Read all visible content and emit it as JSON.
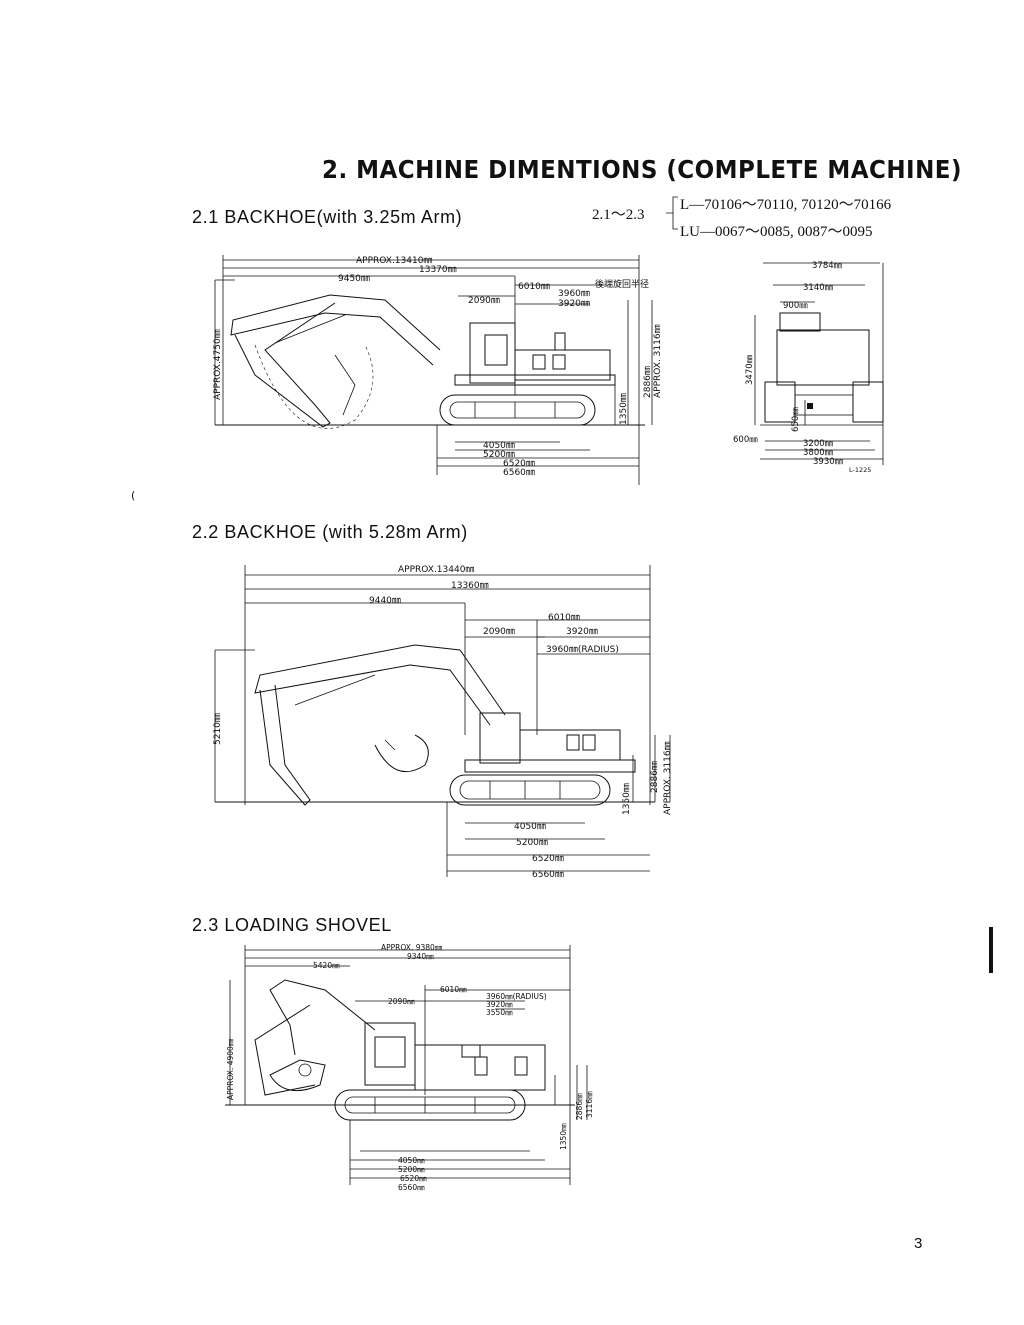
{
  "page": {
    "title": "2. MACHINE DIMENTIONS (COMPLETE MACHINE)",
    "page_number": "3",
    "serial_ref": {
      "section_range": "2.1～2.3",
      "line1": "L—70106～70110,  70120～70166",
      "line2": "LU—0067～0085,  0087～0095"
    }
  },
  "sections": [
    {
      "heading": "2.1  BACKHOE(with 3.25m Arm)",
      "dims": {
        "approx_overall": "APPROX.13410㎜",
        "d13370": "13370㎜",
        "d9450": "9450㎜",
        "d6010": "6010㎜",
        "d3960": "3960㎜",
        "tail_note": "後端旋回半径",
        "d2090": "2090㎜",
        "d3920": "3920㎜",
        "height": "APPROX.4750㎜",
        "d2886": "2886㎜",
        "approx3116": "APPROX. 3116㎜",
        "d1350": "1350㎜",
        "d4050": "4050㎜",
        "d5200": "5200㎜",
        "d6520": "6520㎜",
        "d6560": "6560㎜"
      },
      "front_view": {
        "d3784": "3784㎜",
        "d3140": "3140㎜",
        "d900": "900㎜",
        "d3470": "3470㎜",
        "d650": "650㎜",
        "d600": "600㎜",
        "d3200": "3200㎜",
        "d3800": "3800㎜",
        "d3930": "3930㎜",
        "drawing_code": "L-1225"
      }
    },
    {
      "heading": "2.2  BACKHOE (with 5.28m Arm)",
      "dims": {
        "approx_overall": "APPROX.13440㎜",
        "d13360": "13360㎜",
        "d9440": "9440㎜",
        "d6010": "6010㎜",
        "d2090": "2090㎜",
        "d3920": "3920㎜",
        "d3960_radius": "3960㎜(RADIUS)",
        "height": "5210㎜",
        "d2886": "2886㎜",
        "approx3116": "APPROX. 3116㎜",
        "d1350": "1350㎜",
        "d4050": "4050㎜",
        "d5200": "5200㎜",
        "d6520": "6520㎜",
        "d6560": "6560㎜"
      }
    },
    {
      "heading": "2.3  LOADING  SHOVEL",
      "dims": {
        "approx_overall": "APPROX. 9380㎜",
        "d9340": "9340㎜",
        "d5420": "5420㎜",
        "d6010": "6010㎜",
        "d2090": "2090㎜",
        "d3960_radius": "3960㎜(RADIUS)",
        "d3920": "3920㎜",
        "d3550": "3550㎜",
        "height": "APPROX. 4900㎜",
        "d2886": "2886㎜",
        "d3116": "3116㎜",
        "d1350": "1350㎜",
        "d4050": "4050㎜",
        "d5200": "5200㎜",
        "d6520": "6520㎜",
        "d6560": "6560㎜"
      }
    }
  ]
}
